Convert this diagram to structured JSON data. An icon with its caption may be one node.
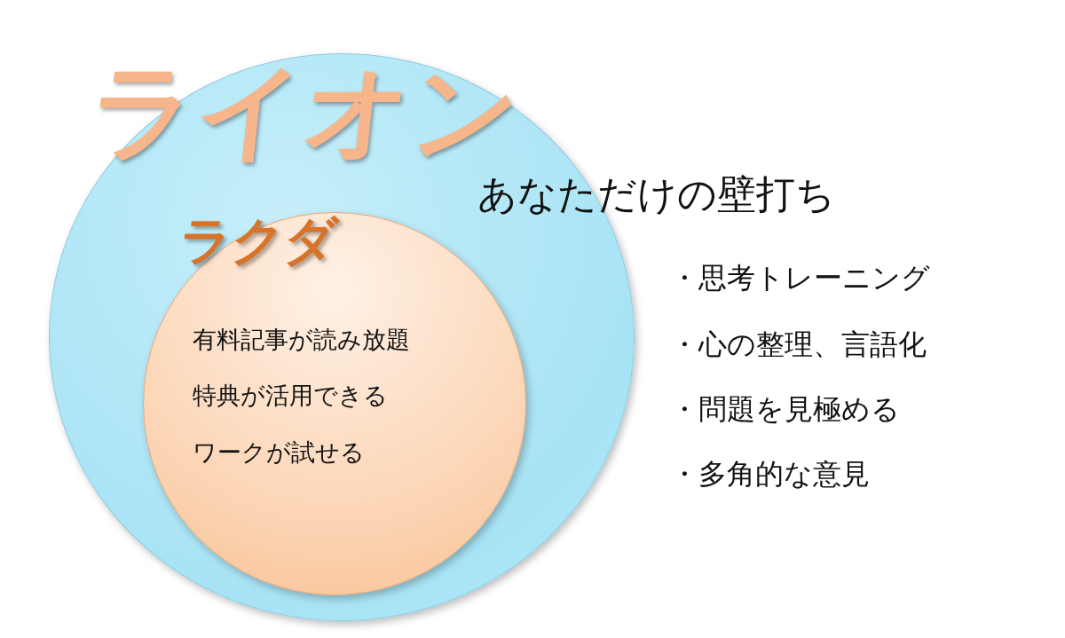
{
  "diagram": {
    "nodes": [
      {
        "text": [
          "ライオン"
        ],
        "beside": [
          "あなただけの壁打ち",
          "・思考トレーニング",
          "・心の整理、言語化",
          "・問題を見極める",
          "・多角的な意見"
        ]
      },
      {
        "text": [
          "ラクダ",
          "有料記事が読み放題",
          "特典が活用できる",
          "ワークが試せる"
        ],
        "in": 0
      }
    ],
    "edges": []
  }
}
